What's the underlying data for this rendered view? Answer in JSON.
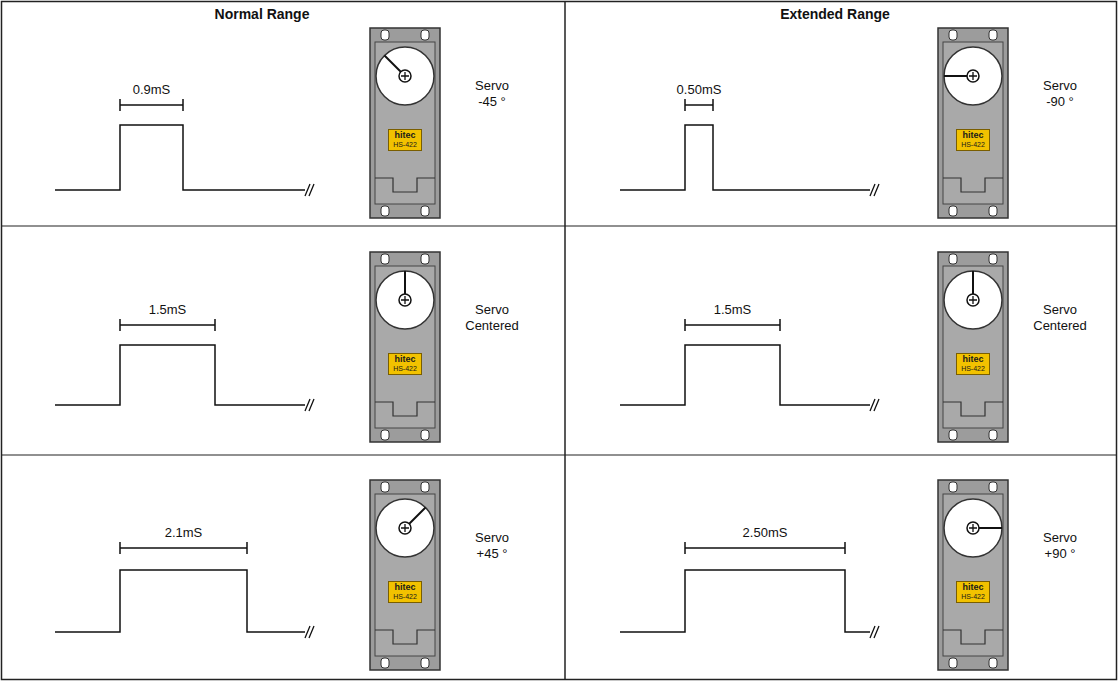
{
  "diagram": {
    "nodes": [
      {
        "text": [
          "hitec",
          "HS-422"
        ]
      },
      {
        "text": [
          "hitec",
          "HS-422"
        ]
      },
      {
        "text": [
          "hitec",
          "HS-422"
        ]
      },
      {
        "text": [
          "hitec",
          "HS-422"
        ]
      },
      {
        "text": [
          "hitec",
          "HS-422"
        ]
      },
      {
        "text": [
          "hitec",
          "HS-422"
        ]
      }
    ],
    "labels": [
      "Normal Range",
      "Extended Range",
      "0.9mS",
      "Servo -45 °",
      "0.50mS",
      "Servo -90 °",
      "1.5mS",
      "Servo Centered",
      "1.5mS",
      "Servo Centered",
      "2.1mS",
      "Servo +45 °",
      "2.50mS",
      "Servo +90 °"
    ]
  }
}
